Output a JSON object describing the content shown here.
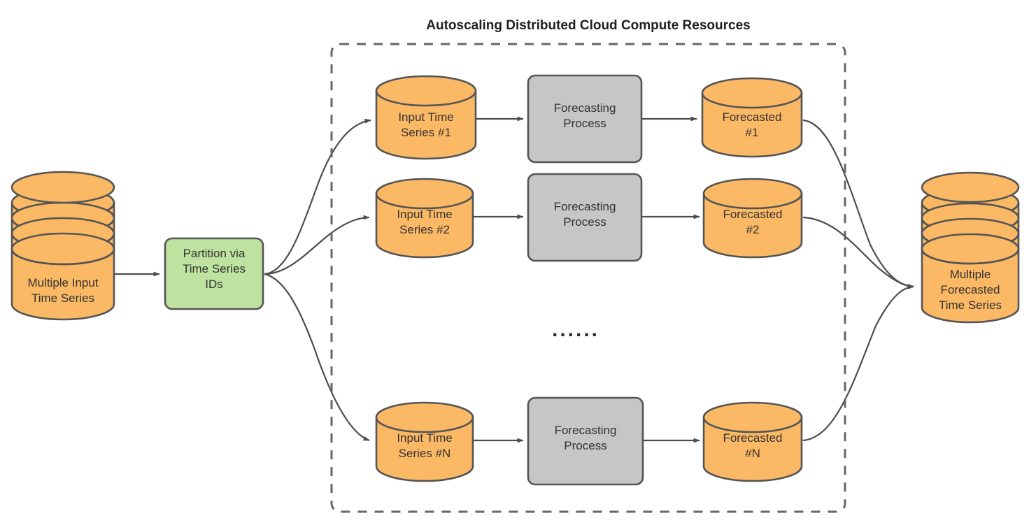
{
  "diagram": {
    "title": "Autoscaling Distributed Cloud Compute Resources",
    "ellipsis": "......",
    "colors": {
      "cylinder_fill": "#fbb965",
      "cylinder_stroke": "#555555",
      "process_fill": "#c6c6c6",
      "process_stroke": "#555555",
      "partition_fill": "#bee3a0",
      "partition_stroke": "#555555",
      "edge_stroke": "#4d4d4d",
      "container_stroke": "#666666",
      "text": "#333333",
      "title_text": "#1f1f1f",
      "background": "#ffffff"
    },
    "container": {
      "label": "Autoscaling Distributed Cloud Compute Resources",
      "style": "dashed-rounded-rect"
    },
    "input_store": {
      "label": "Multiple Input\nTime Series",
      "shape": "multi-disk-cylinder"
    },
    "partition": {
      "label": "Partition via\nTime Series\nIDs",
      "shape": "rounded-rect"
    },
    "output_store": {
      "label": "Multiple\nForecasted\nTime Series",
      "shape": "multi-disk-cylinder"
    },
    "rows": [
      {
        "input": "Input Time\nSeries #1",
        "process": "Forecasting\nProcess",
        "output": "Forecasted\n#1"
      },
      {
        "input": "Input Time\nSeries #2",
        "process": "Forecasting\nProcess",
        "output": "Forecasted\n#2"
      },
      {
        "input": "Input Time\nSeries #N",
        "process": "Forecasting\nProcess",
        "output": "Forecasted\n#N"
      }
    ]
  }
}
